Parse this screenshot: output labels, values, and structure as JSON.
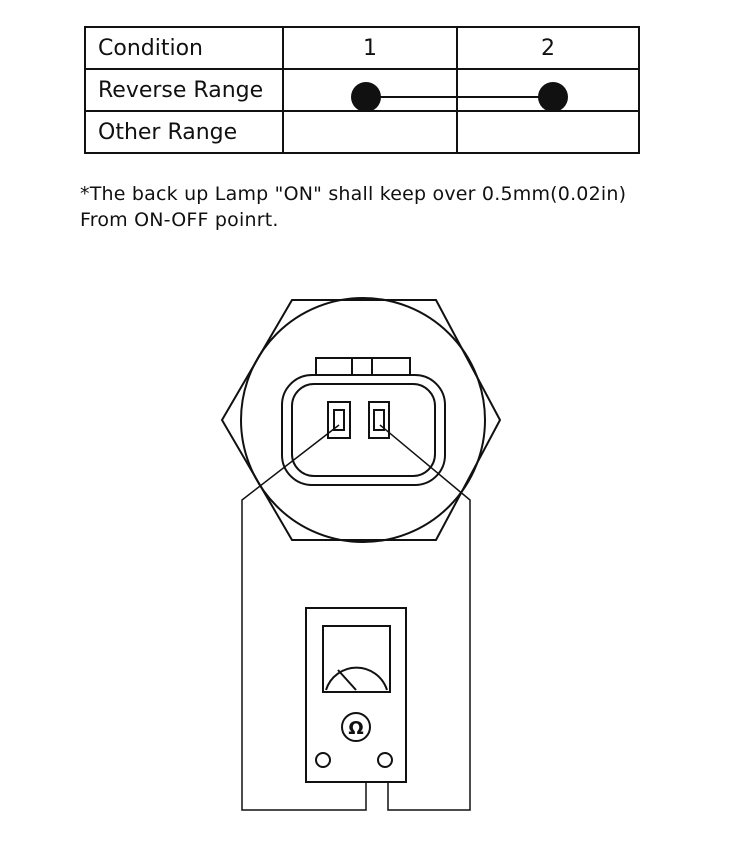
{
  "table": {
    "header": {
      "label": "Condition",
      "terminals": [
        "1",
        "2"
      ]
    },
    "rows": [
      {
        "label": "Reverse Range",
        "continuity": true
      },
      {
        "label": "Other Range",
        "continuity": false
      }
    ]
  },
  "note": {
    "line1": "*The back up Lamp \"ON\" shall keep over 0.5mm(0.02in)",
    "line2": "From ON-OFF poinrt."
  },
  "meter": {
    "symbol": "Ω"
  }
}
